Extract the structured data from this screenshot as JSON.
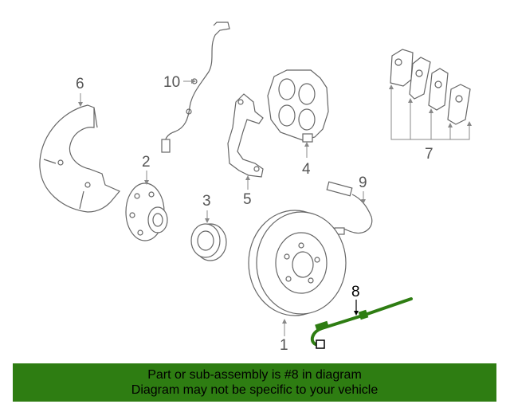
{
  "callouts": [
    "6",
    "10",
    "2",
    "5",
    "4",
    "9",
    "7",
    "3",
    "1",
    "8"
  ],
  "highlight_color": "#2e7d12",
  "banner": {
    "line1": "Part or sub-assembly is #8 in diagram",
    "line2": "Diagram may not be specific to your vehicle"
  }
}
